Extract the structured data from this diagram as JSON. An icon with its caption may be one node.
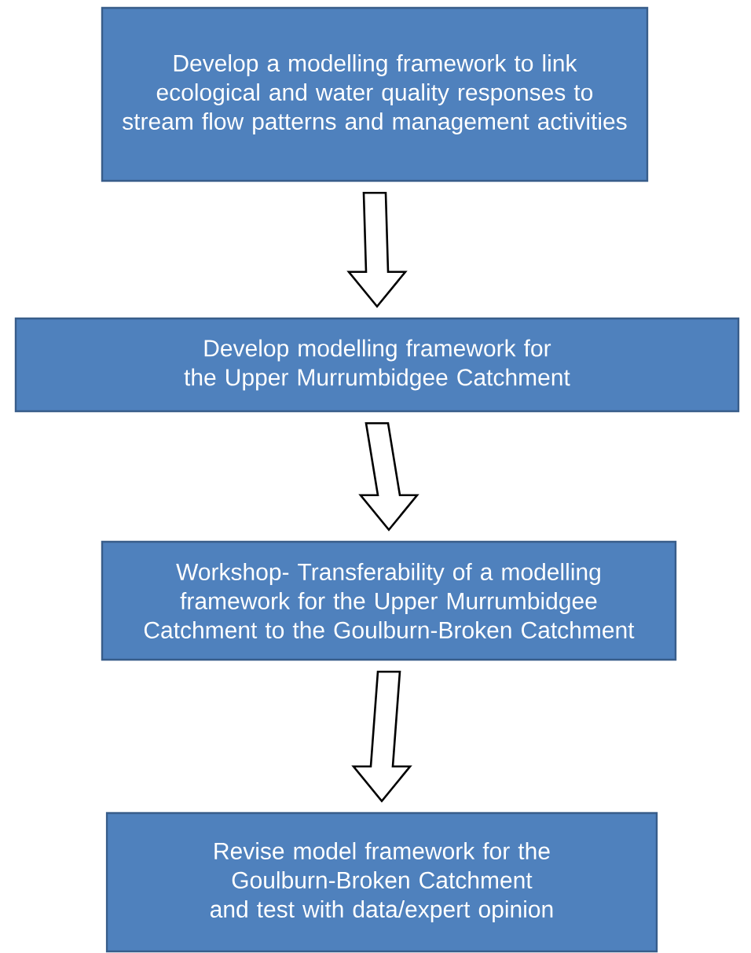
{
  "diagram": {
    "nodes": [
      {
        "text": [
          "Develop a modelling framework to link ecological and water quality responses to stream flow patterns and management activities"
        ]
      },
      {
        "text": [
          "Develop modelling framework for the Upper Murrumbidgee Catchment"
        ]
      },
      {
        "text": [
          "Workshop- Transferability of a modelling framework for the Upper Murrumbidgee Catchment to the Goulburn-Broken Catchment"
        ]
      },
      {
        "text": [
          "Revise model framework for the Goulburn-Broken Catchment and test with data/expert opinion"
        ]
      }
    ],
    "edges": [
      {
        "from": 0,
        "to": 1,
        "arrow": "to"
      },
      {
        "from": 1,
        "to": 2,
        "arrow": "to"
      },
      {
        "from": 2,
        "to": 3,
        "arrow": "to"
      }
    ]
  }
}
